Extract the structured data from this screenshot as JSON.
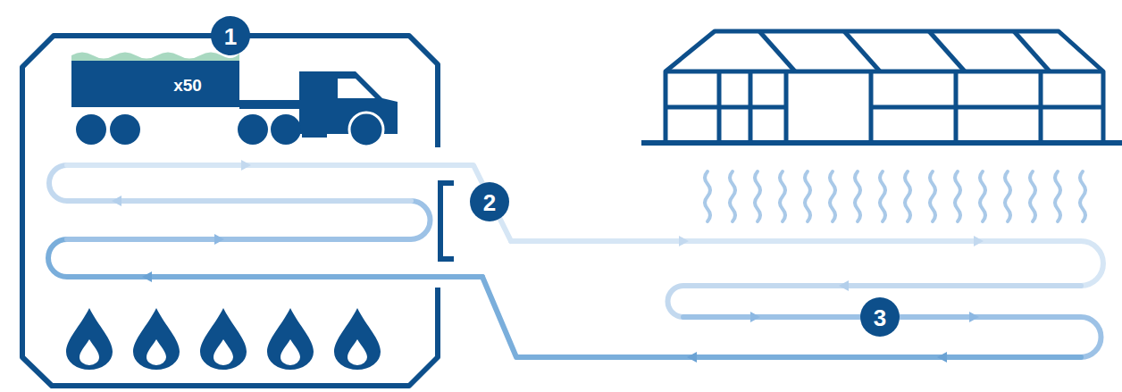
{
  "diagram": {
    "labels": [
      "1",
      "x50",
      "2",
      "3"
    ]
  }
}
